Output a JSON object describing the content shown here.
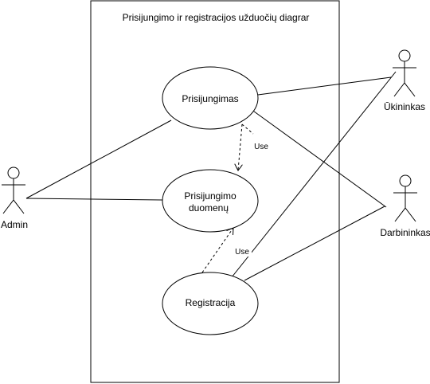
{
  "system": {
    "title": "Prisijungimo ir registracijos užduočių diagrar"
  },
  "use_cases": {
    "login": "Prisijungimas",
    "login_data_line1": "Prisijungimo",
    "login_data_line2": "duomenų",
    "registration": "Registracija"
  },
  "actors": {
    "admin": "Admin",
    "farmer": "Ūkininkas",
    "worker": "Darbininkas"
  },
  "relations": {
    "use_top": "Use",
    "use_bottom": "Use"
  }
}
